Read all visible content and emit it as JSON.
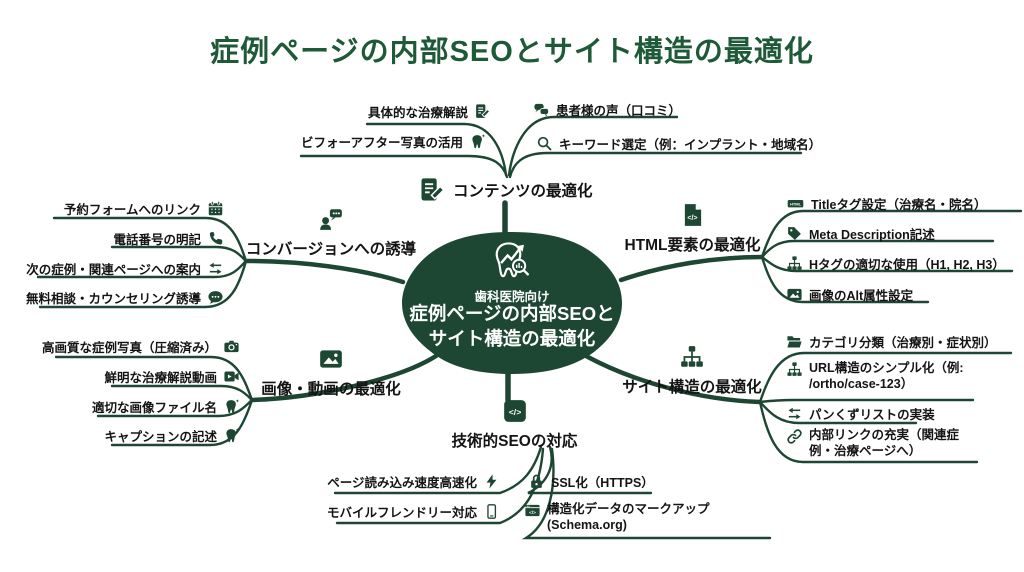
{
  "title": "症例ページの内部SEOとサイト構造の最適化",
  "colors": {
    "primary_green": "#1d4732",
    "title_green": "#1e5a38",
    "text_black": "#141414",
    "background": "#ffffff"
  },
  "center": {
    "tagline": "歯科医院向け",
    "line1": "症例ページの内部SEOと",
    "line2": "サイト構造の最適化",
    "icon": "tooth-seo-chart-icon"
  },
  "branches": [
    {
      "label": "コンテンツの最適化",
      "icon": "document-edit-icon",
      "children": [
        {
          "label": "具体的な治療解説",
          "icon": "document-edit-icon"
        },
        {
          "label": "ビフォーアフター写真の活用",
          "icon": "tooth-icon"
        },
        {
          "label": "患者様の声（口コミ）",
          "icon": "chat-bubbles-icon"
        },
        {
          "label": "キーワード選定（例：インプラント・地域名）",
          "icon": "search-icon"
        }
      ]
    },
    {
      "label": "HTML要素の最適化",
      "icon": "code-file-icon",
      "children": [
        {
          "label": "Titleタグ設定（治療名・院名）",
          "icon": "html-badge-icon"
        },
        {
          "label": "Meta Description記述",
          "icon": "tag-icon"
        },
        {
          "label": "Hタグの適切な使用（H1, H2, H3）",
          "icon": "sitemap-icon"
        },
        {
          "label": "画像のAlt属性設定",
          "icon": "image-icon"
        }
      ]
    },
    {
      "label": "コンバージョンへの誘導",
      "icon": "person-chat-icon",
      "children": [
        {
          "label": "予約フォームへのリンク",
          "icon": "calendar-icon"
        },
        {
          "label": "電話番号の明記",
          "icon": "phone-icon"
        },
        {
          "label": "次の症例・関連ページへの案内",
          "icon": "arrows-icon"
        },
        {
          "label": "無料相談・カウンセリング誘導",
          "icon": "chat-dots-icon"
        }
      ]
    },
    {
      "label": "画像・動画の最適化",
      "icon": "image-icon",
      "children": [
        {
          "label": "高画質な症例写真（圧縮済み）",
          "icon": "camera-icon"
        },
        {
          "label": "鮮明な治療解説動画",
          "icon": "video-icon"
        },
        {
          "label": "適切な画像ファイル名",
          "icon": "tooth-icon"
        },
        {
          "label": "キャプションの記述",
          "icon": "tooth-icon"
        }
      ]
    },
    {
      "label": "サイト構造の最適化",
      "icon": "sitemap-icon",
      "children": [
        {
          "label": "カテゴリ分類（治療別・症状別）",
          "icon": "folder-icon"
        },
        {
          "label": "URL構造のシンプル化（例: /ortho/case-123）",
          "icon": "sitemap-icon"
        },
        {
          "label": "パンくずリストの実装",
          "icon": "arrows-icon"
        },
        {
          "label": "内部リンクの充実（関連症例・治療ページへ）",
          "icon": "link-icon"
        }
      ]
    },
    {
      "label": "技術的SEOの対応",
      "icon": "code-square-icon",
      "children": [
        {
          "label": "ページ読み込み速度高速化",
          "icon": "bolt-icon"
        },
        {
          "label": "モバイルフレンドリー対応",
          "icon": "mobile-icon"
        },
        {
          "label": "SSL化（HTTPS）",
          "icon": "lock-icon"
        },
        {
          "label": "構造化データのマークアップ (Schema.org)",
          "icon": "code-window-icon"
        }
      ]
    }
  ]
}
